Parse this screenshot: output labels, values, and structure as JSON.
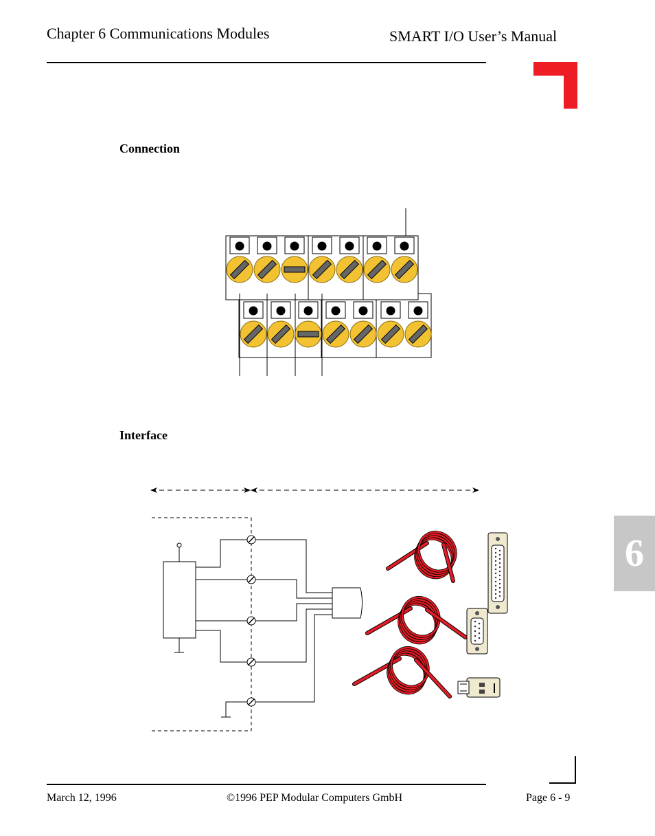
{
  "header": {
    "chapter_title": "Chapter 6  Communications Modules",
    "manual_title": "SMART I/O User’s Manual"
  },
  "sections": {
    "connection": "Connection",
    "interface": "Interface"
  },
  "chapter_tab": "6",
  "footer": {
    "date": "March 12, 1996",
    "copyright": "©1996 PEP Modular Computers GmbH",
    "page": "Page 6 - 9"
  },
  "colors": {
    "accent_red": "#ee1c25",
    "screw_yellow": "#f2c232",
    "cable_red": "#e21d26",
    "connector_beige": "#efe9cf",
    "tab_gray": "#c7c7c7"
  }
}
